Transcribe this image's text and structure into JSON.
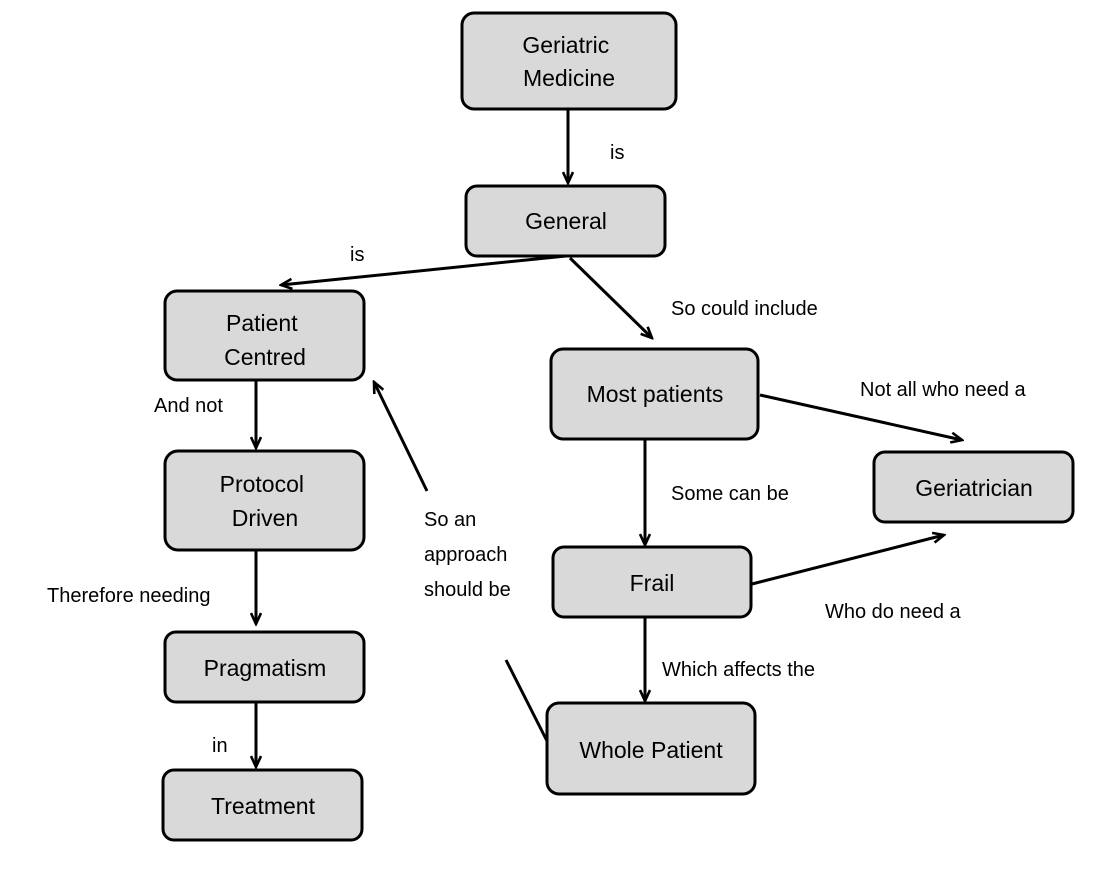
{
  "colors": {
    "node_fill": "#d9d9d9",
    "stroke": "#000000",
    "text": "#000000",
    "background": "#ffffff"
  },
  "nodes": {
    "geriatric_medicine": [
      "Geriatric",
      "Medicine"
    ],
    "general": [
      "General"
    ],
    "patient_centred": [
      "Patient",
      "Centred"
    ],
    "protocol_driven": [
      "Protocol",
      "Driven"
    ],
    "pragmatism": [
      "Pragmatism"
    ],
    "treatment": [
      "Treatment"
    ],
    "most_patients": [
      "Most patients"
    ],
    "geriatrician": [
      "Geriatrician"
    ],
    "frail": [
      "Frail"
    ],
    "whole_patient": [
      "Whole Patient"
    ]
  },
  "edges": {
    "geriatric_medicine_general": [
      "is"
    ],
    "general_patient_centred": [
      "is"
    ],
    "general_most_patients": [
      "So could include"
    ],
    "patient_centred_protocol_driven": [
      "And not"
    ],
    "protocol_driven_pragmatism": [
      "Therefore needing"
    ],
    "pragmatism_treatment": [
      "in"
    ],
    "whole_patient_patient_centred": [
      "So an",
      "approach",
      "should be"
    ],
    "most_patients_geriatrician": [
      "Not all who need a"
    ],
    "most_patients_frail": [
      "Some can be"
    ],
    "frail_geriatrician": [
      "Who do need a"
    ],
    "frail_whole_patient": [
      "Which affects the"
    ]
  }
}
